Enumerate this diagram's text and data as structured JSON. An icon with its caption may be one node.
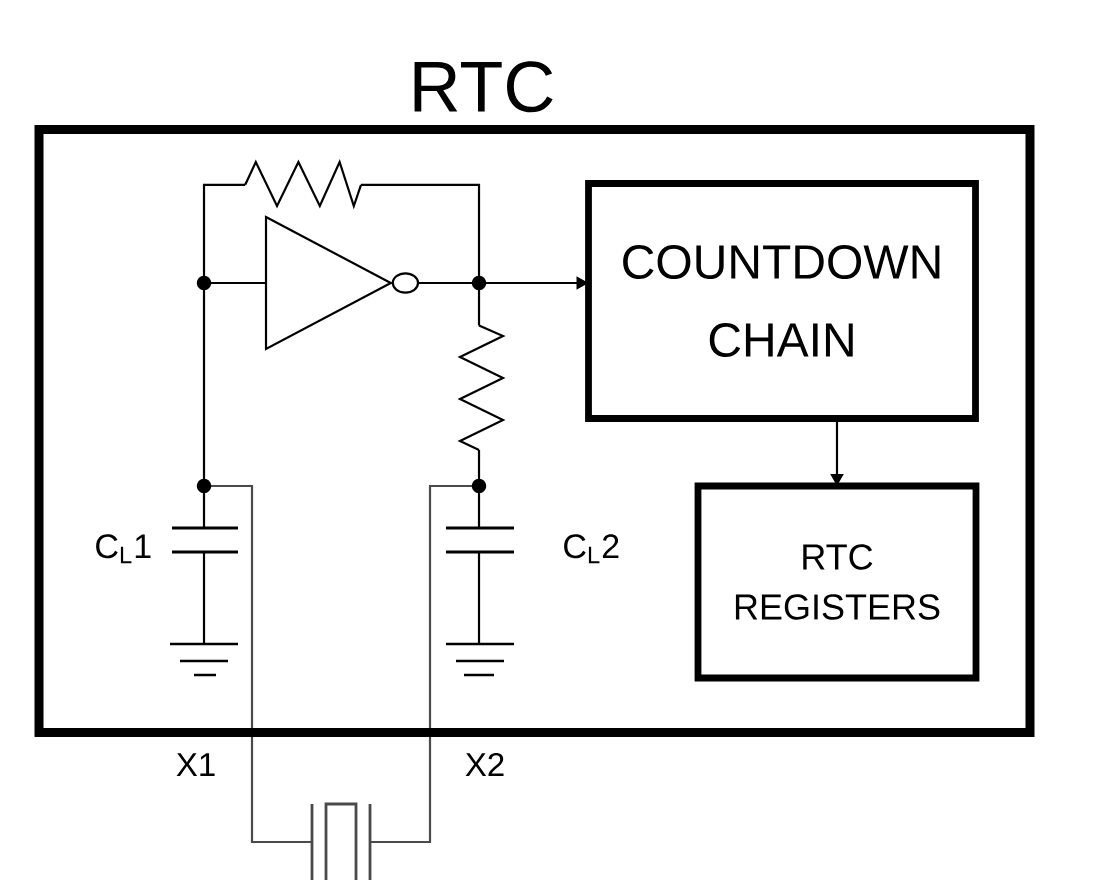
{
  "diagram": {
    "nodes": [
      {
        "text": [
          "RTC"
        ]
      },
      {
        "text": [],
        "shape": "picture"
      },
      {
        "text": [
          "COUNTDOWN CHAIN"
        ],
        "in": 0
      },
      {
        "text": [
          "RTC REGISTERS"
        ],
        "in": 0
      }
    ],
    "edges": [
      {
        "from": 1,
        "to": 2,
        "arrow": "to"
      },
      {
        "from": 2,
        "to": 3,
        "arrow": "to"
      }
    ],
    "labels": [
      "C$_{L}$1",
      "C$_{L}$2",
      "X1",
      "X2"
    ]
  }
}
